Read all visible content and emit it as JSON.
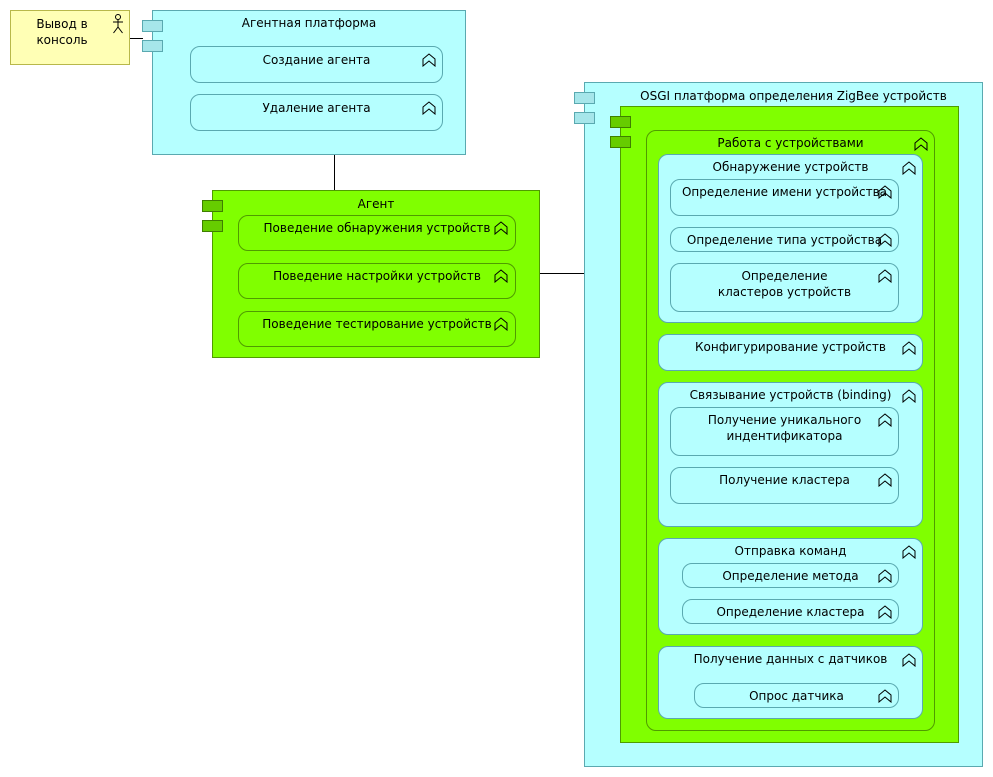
{
  "actor": {
    "label": "Вывод в консоль"
  },
  "agent_platform": {
    "title": "Агентная платформа",
    "functions": [
      "Создание агента",
      "Удаление агента"
    ]
  },
  "agent": {
    "title": "Агент",
    "functions": [
      "Поведение обнаружения устройств",
      "Поведение настройки устройств",
      "Поведение тестирование устройств"
    ]
  },
  "osgi": {
    "title": "OSGI платформа определения ZigBee устройств",
    "work": {
      "title": "Работа с устройствами",
      "discovery": {
        "title": "Обнаружение устройств",
        "items": [
          "Определение имени устройства",
          "Определение типа устройства",
          "Определение кластеров устройств"
        ]
      },
      "configuring": {
        "title": "Конфигурирование устройств"
      },
      "binding": {
        "title": "Связывание устройств (binding)",
        "items": [
          "Получение уникального индентификатора",
          "Получение кластера"
        ]
      },
      "commands": {
        "title": "Отправка команд",
        "items": [
          "Определение метода",
          "Определение кластера"
        ]
      },
      "sensors": {
        "title": "Получение данных с датчиков",
        "items": [
          "Опрос датчика"
        ]
      }
    }
  }
}
